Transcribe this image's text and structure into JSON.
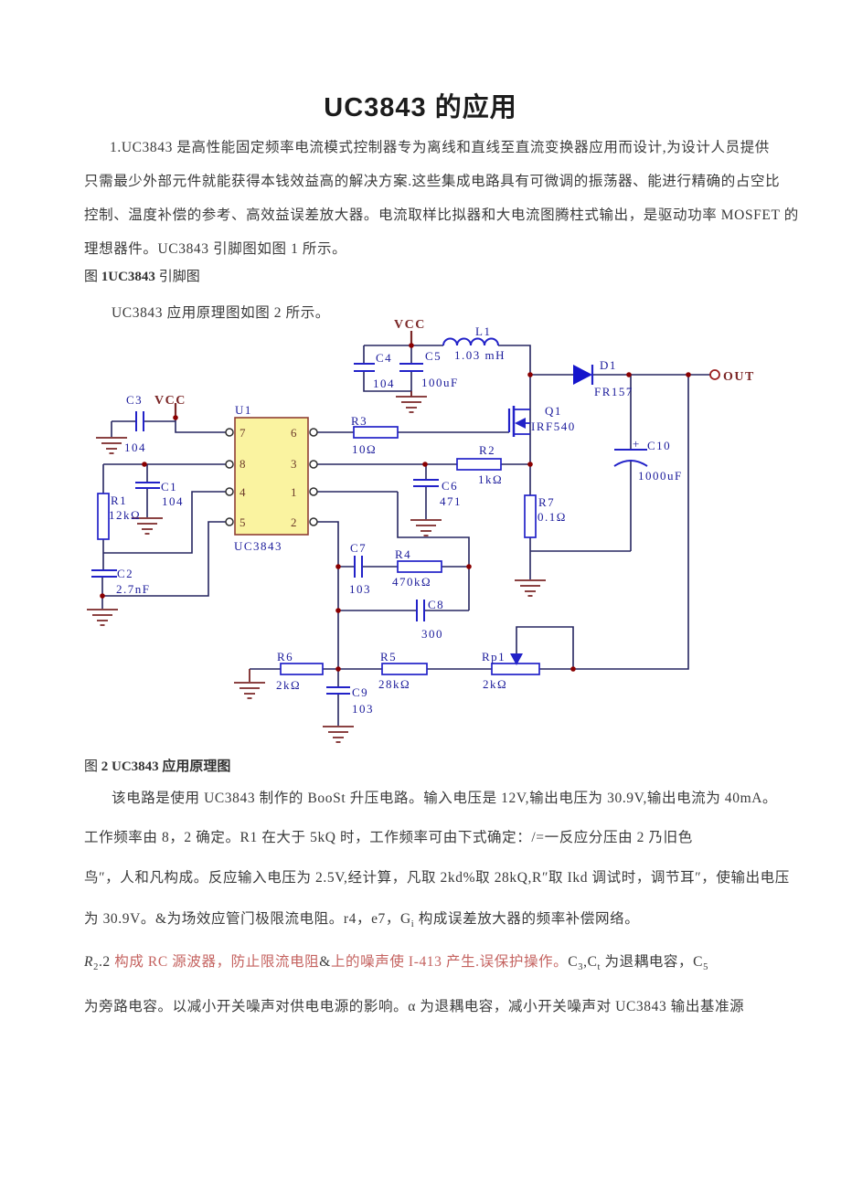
{
  "page": {
    "title": "UC3843 的应用"
  },
  "intro": {
    "l1": "1.UC3843 是高性能固定频率电流模式控制器专为离线和直线至直流变换器应用而设计,为设计人员提供",
    "l2": "只需最少外部元件就能获得本钱效益高的解决方案.这些集成电路具有可微调的振荡器、能进行精确的占空比",
    "l3": "控制、温度补偿的参考、高效益误差放大器。电流取样比拟器和大电流图腾柱式输出，是驱动功率 MOSFET 的",
    "l4": "理想器件。UC3843 引脚图如图 1 所示。"
  },
  "fig1": {
    "pre": "图 ",
    "bold": "1UC3843",
    "post": " 引脚图"
  },
  "fig2_intro": "UC3843 应用原理图如图 2 所示。",
  "fig2": {
    "pre": "图 ",
    "bold": "2 UC3843 应用原理图"
  },
  "para2": "该电路是使用 UC3843 制作的 BooSt 升压电路。输入电压是 12V,输出电压为 30.9V,输出电流为 40mA。",
  "para3": {
    "l1": "工作频率由 8，2 确定。R1 在大于 5kQ 时，工作频率可由下式确定：/=一反应分压由 2 乃旧色",
    "l2": "鸟″，人和凡构成。反应输入电压为 2.5V,经计算，凡取 2kd%取 28kQ,R″取 Ikd 调试时，调节耳″，使输出电压",
    "l3a": "为 30.9V。&为场效应管门极限流电阻。r4，e7，G",
    "l3sub": "i",
    "l3b": " 构成误差放大器的频率补偿网络。"
  },
  "para4": {
    "ra": "R",
    "ra_sub": "2",
    "t1": ".2 ",
    "red1": "构成 RC 源波器，防止限流电阻",
    "amp": "&",
    "red2": "上的噪声使 I-413 产生.误保护操作。",
    "c3": "C",
    "c3_sub": "3",
    "comma": ",",
    "ct": "C",
    "ct_sub": "t",
    "t2": " 为退耦电容，C",
    "c5_sub": "5",
    "l2": "为旁路电容。以减小开关噪声对供电电源的影响。α 为退耦电容，减小开关噪声对 UC3843 输出基准源"
  },
  "circuit": {
    "power": {
      "vcc_top": "VCC",
      "vcc_left": "VCC",
      "out": "OUT"
    },
    "labels": {
      "l1_ref": "L1",
      "l1_val": "1.03 mH",
      "c4_ref": "C4",
      "c4_val": "104",
      "c5_ref": "C5",
      "c5_val": "100uF",
      "d1_ref": "D1",
      "d1_val": "FR157",
      "q1_ref": "Q1",
      "q1_val": "IRF540",
      "c10_plus": "+",
      "c10_ref": "C10",
      "c10_val": "1000uF",
      "u1_ref": "U1",
      "u1_val": "UC3843",
      "c3_ref": "C3",
      "c3_val": "104",
      "c1_ref": "C1",
      "c1_val": "104",
      "r1_ref": "R1",
      "r1_val": "12kΩ",
      "c2_ref": "C2",
      "c2_val": "2.7nF",
      "r3_ref": "R3",
      "r3_val": "10Ω",
      "r2_ref": "R2",
      "r2_val": "1kΩ",
      "c6_ref": "C6",
      "c6_val": "471",
      "r7_ref": "R7",
      "r7_val": "0.1Ω",
      "c7_ref": "C7",
      "c7_val": "103",
      "r4_ref": "R4",
      "r4_val": "470kΩ",
      "c8_ref": "C8",
      "c8_val": "300",
      "r6_ref": "R6",
      "r6_val": "2kΩ",
      "c9_ref": "C9",
      "c9_val": "103",
      "r5_ref": "R5",
      "r5_val": "28kΩ",
      "rp1_ref": "Rp1",
      "rp1_val": "2kΩ"
    },
    "pins": {
      "p7": "7",
      "p8": "8",
      "p4": "4",
      "p5": "5",
      "p6": "6",
      "p3": "3",
      "p1": "1",
      "p2": "2"
    }
  },
  "colors": {
    "wire": "#262660",
    "component": "#2222c8",
    "label": "#1b1b9b",
    "maroon": "#7b2727",
    "dot": "#8b0000",
    "ic_fill": "#faf3a0",
    "red_text": "#c4625f",
    "diode_fill": "#1515cc"
  }
}
